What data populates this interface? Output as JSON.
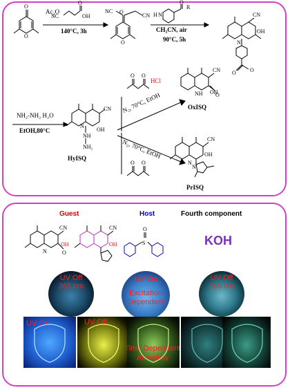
{
  "top": {
    "conditions": {
      "step1_reagent": "Ac₂O",
      "step1_temp": "140°C, 3h",
      "step2_solvent": "CH₃CN, air",
      "step2_temp": "90°C, 5h",
      "hydrazine": "NH₂-NH₂ H₂O",
      "hydrazine_cond": "EtOH,80°C",
      "hcl": "HCl",
      "upper_cond": "N₂, 70°C, EtOH",
      "lower_cond": "N₂, 70°C, EtOH"
    },
    "compounds": {
      "hyisq": "HyISQ",
      "oxisq": "OxISQ",
      "prisq": "PrISQ"
    },
    "atoms": {
      "cn": "CN",
      "nc": "NC",
      "oh": "OH",
      "o": "O",
      "n": "N",
      "nh": "NH",
      "nh2": "NH₂",
      "h": "H",
      "r": "R"
    }
  },
  "bottom": {
    "guest_label": "Guest",
    "host_label": "Host",
    "fourth_label": "Fourth component",
    "koh_label": "KOH",
    "host_atom": "S",
    "discs": [
      {
        "line1": "UV Off",
        "line2": "365 nm"
      },
      {
        "line1": "UV On",
        "line2": "Excitation",
        "line3": "Dependent"
      },
      {
        "line1": "UV Off",
        "line2": "365 nm"
      }
    ],
    "tiles": [
      {
        "text": "UV On"
      },
      {
        "text": "UV Off"
      },
      {
        "line1": "Time Dependent",
        "line2": "Afterglow"
      }
    ]
  },
  "colors": {
    "frame": "#d43fc8",
    "guest": "#e00000",
    "host": "#0000cc",
    "koh": "#7b2fbf",
    "overlay_text": "#ff1e1e",
    "hcl": "#ff0000",
    "oh_highlight": "#d01010",
    "guest_ring": "#b030c0"
  }
}
